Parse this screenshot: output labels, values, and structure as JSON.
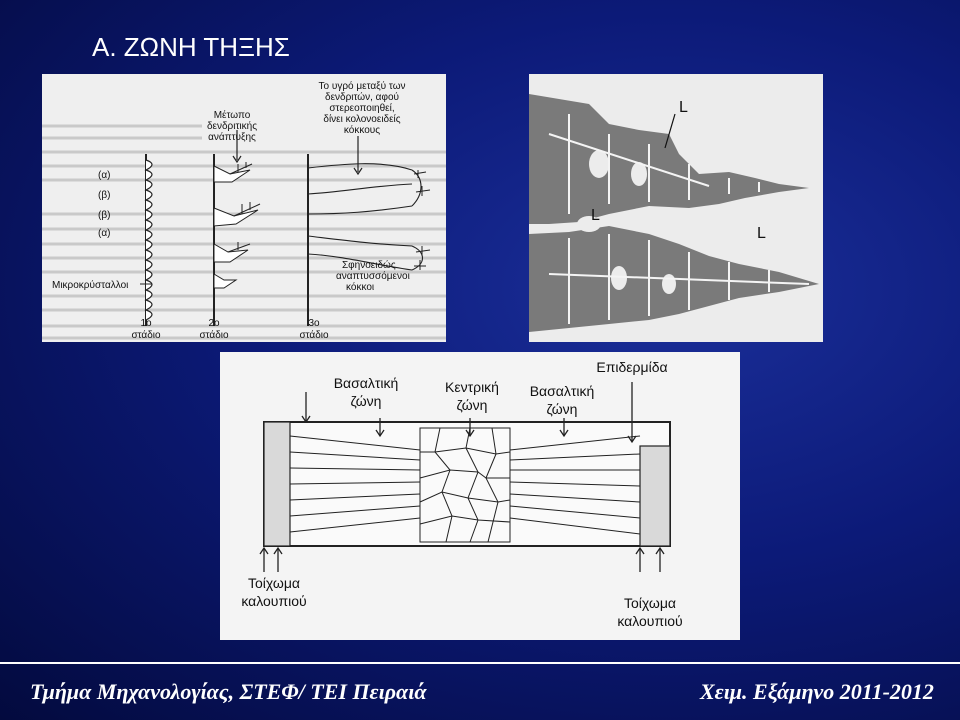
{
  "slide": {
    "title": "Α. ΖΩΝΗ ΤΗΞΗΣ",
    "footer_left": "Τμήμα Μηχανολογίας, ΣΤΕΦ/ ΤΕΙ Πειραιά",
    "footer_right": "Χειμ. Εξάμηνο 2011-2012"
  },
  "fig1": {
    "front_label": [
      "Μέτωπο",
      "δενδριτικής",
      "ανάπτυξης"
    ],
    "liquid_label": [
      "Το υγρό μεταξύ των",
      "δενδριτών, αφού",
      "στερεοποιηθεί,",
      "δίνει κολονοειδείς",
      "κόκκους"
    ],
    "wedge_label": [
      "Σφηνοειδώς",
      "αναπτυσσόμενοι",
      "κόκκοι"
    ],
    "micro_label": "Μικροκρύσταλλοι",
    "phases": [
      "(α)",
      "(β)",
      "(β)",
      "(α)"
    ],
    "stages": [
      {
        "num": "1ο",
        "label": "στάδιο"
      },
      {
        "num": "2ο",
        "label": "στάδιο"
      },
      {
        "num": "3ο",
        "label": "στάδιο"
      }
    ]
  },
  "fig2": {
    "labels": [
      "L",
      "L",
      "L"
    ]
  },
  "fig3": {
    "basaltic_left": [
      "Βασαλτική",
      "ζώνη"
    ],
    "central": [
      "Κεντρική",
      "ζώνη"
    ],
    "basaltic_right": [
      "Βασαλτική",
      "ζώνη"
    ],
    "epidermis": "Επιδερμίδα",
    "wall_left": [
      "Τοίχωμα",
      "καλουπιού"
    ],
    "wall_right": [
      "Τοίχωμα",
      "καλουπιού"
    ]
  }
}
